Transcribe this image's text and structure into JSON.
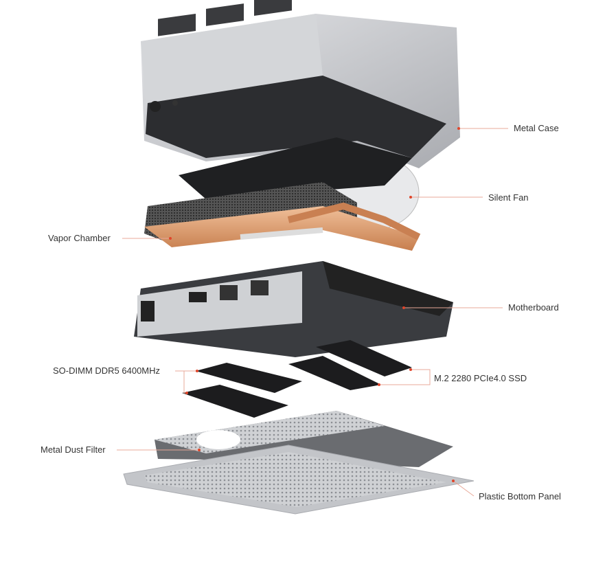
{
  "labels": {
    "metal_case": "Metal Case",
    "silent_fan": "Silent Fan",
    "vapor_chamber": "Vapor Chamber",
    "motherboard": "Motherboard",
    "so_dimm": "SO-DIMM DDR5 6400MHz",
    "ssd": "M.2 2280 PCIe4.0 SSD",
    "dust_filter": "Metal Dust Filter",
    "bottom_panel": "Plastic Bottom Panel"
  },
  "colors": {
    "callout_line": "#e8a898",
    "callout_dot": "#e0452a",
    "text": "#333333",
    "copper": "#d99a6c",
    "case": "#c9cbcf"
  }
}
